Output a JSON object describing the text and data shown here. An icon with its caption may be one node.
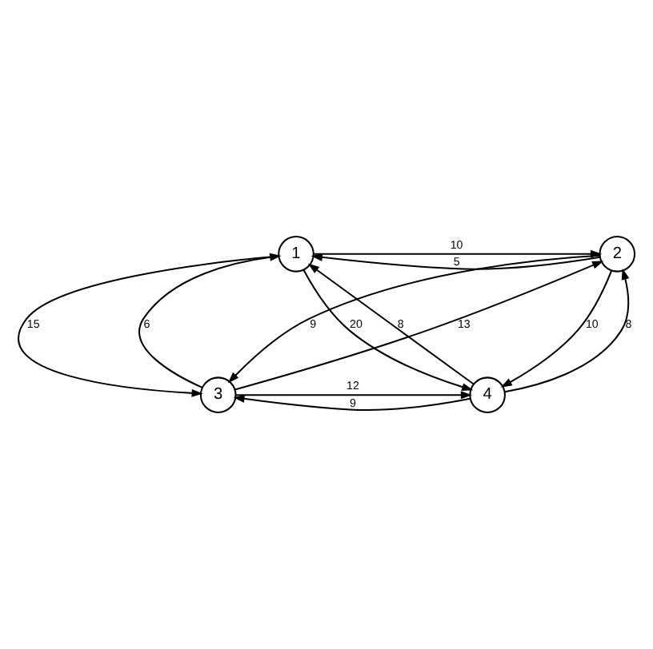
{
  "diagram": {
    "nodes": [
      {
        "text": [
          "1"
        ]
      },
      {
        "text": [
          "2"
        ]
      },
      {
        "text": [
          "3"
        ]
      },
      {
        "text": [
          "4"
        ]
      }
    ],
    "edges": [
      {
        "from": 0,
        "to": 1,
        "arrow": "to",
        "label": "10"
      },
      {
        "from": 1,
        "to": 0,
        "arrow": "to",
        "label": "5"
      },
      {
        "from": 3,
        "to": 0,
        "arrow": "to",
        "label": "8"
      },
      {
        "from": 0,
        "to": 3,
        "arrow": "to",
        "label": "20"
      },
      {
        "from": 1,
        "to": 3,
        "arrow": "to",
        "label": "10"
      },
      {
        "from": 3,
        "to": 1,
        "arrow": "to",
        "label": "8"
      },
      {
        "from": 0,
        "to": 2,
        "arrow": "to",
        "label": "15"
      },
      {
        "from": 2,
        "to": 0,
        "arrow": "to",
        "label": "6"
      },
      {
        "from": 2,
        "to": 1,
        "arrow": "to",
        "label": "13"
      },
      {
        "from": 1,
        "to": 2,
        "arrow": "to",
        "label": "9"
      },
      {
        "from": 3,
        "to": 2,
        "arrow": "to",
        "label": "9"
      },
      {
        "from": 2,
        "to": 3,
        "arrow": "to",
        "label": "12"
      }
    ]
  }
}
